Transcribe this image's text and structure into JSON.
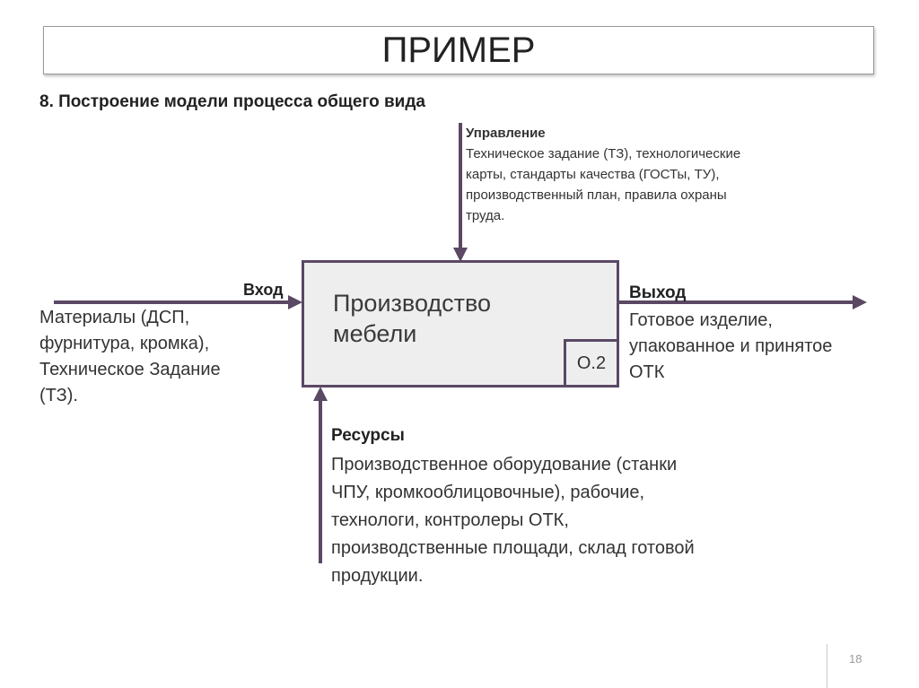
{
  "title": "ПРИМЕР",
  "subtitle": "8. Построение модели процесса общего вида",
  "process": {
    "label_lines": [
      "Производство",
      "мебели"
    ],
    "node_id": "О.2"
  },
  "control": {
    "heading": "Управление",
    "lines": [
      "Техническое задание (ТЗ), технологические",
      "карты, стандарты качества (ГОСТы, ТУ),",
      "производственный план, правила охраны",
      "труда."
    ]
  },
  "input": {
    "heading": "Вход",
    "lines": [
      "Материалы (ДСП,",
      "фурнитура, кромка),",
      "Техническое Задание",
      "(ТЗ)."
    ]
  },
  "output": {
    "heading": "Выход",
    "lines": [
      "Готовое изделие,",
      "упакованное и принятое",
      "ОТК"
    ]
  },
  "resources": {
    "heading": "Ресурсы",
    "lines": [
      "Производственное оборудование (станки",
      "ЧПУ, кромкооблицовочные), рабочие,",
      "технологи, контролеры ОТК,",
      "производственные площади, склад готовой",
      "продукции."
    ]
  },
  "page_number": "18",
  "colors": {
    "arrow": "#5a4864",
    "box_fill": "#eeeeee"
  }
}
